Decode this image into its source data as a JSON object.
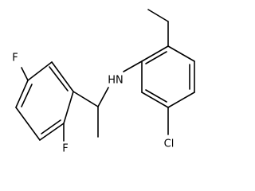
{
  "molecule": {
    "atoms": {
      "nh": "HN",
      "cl": "Cl",
      "f_top": "F",
      "f_bottom": "F"
    }
  }
}
